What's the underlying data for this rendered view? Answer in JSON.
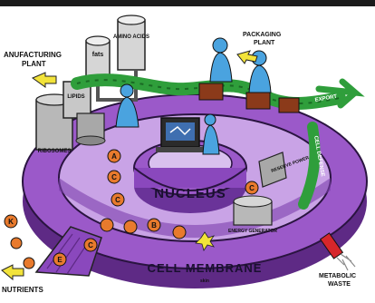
{
  "labels": {
    "manufacturing_plant": "ANUFACTURING PLANT",
    "packaging_plant": "PACKAGING PLANT",
    "fats": "fats",
    "amino_acids": "AMINO ACIDS",
    "lipids": "LIPIDS",
    "ribosomes": "RIBOSOMES",
    "nucleus": "NUCLEUS",
    "cell_membrane": "CELL MEMBRANE",
    "skin": "skin",
    "nutrients": "NUTRIENTS",
    "metabolic_waste": "METABOLIC WASTE",
    "energy_generator": "ENERGY GENERATOR",
    "reserve_power": "RESERVE POWER",
    "export": "EXPORT",
    "cell_defense": "CELL DEFENSE"
  },
  "letters": {
    "a": "A",
    "c1": "C",
    "c2": "C",
    "c3": "C",
    "b": "B",
    "k": "K",
    "e": "E",
    "c4": "C"
  },
  "colors": {
    "membrane": "#9b59c9",
    "membrane_dark": "#5e2a85",
    "inner_floor": "#c9a3e6",
    "conveyor": "#2f9e3b",
    "worker": "#4aa3df",
    "arrow_yellow": "#f2e33a",
    "enzyme": "#e87a2d",
    "machine_gray": "#b8b8b8"
  }
}
